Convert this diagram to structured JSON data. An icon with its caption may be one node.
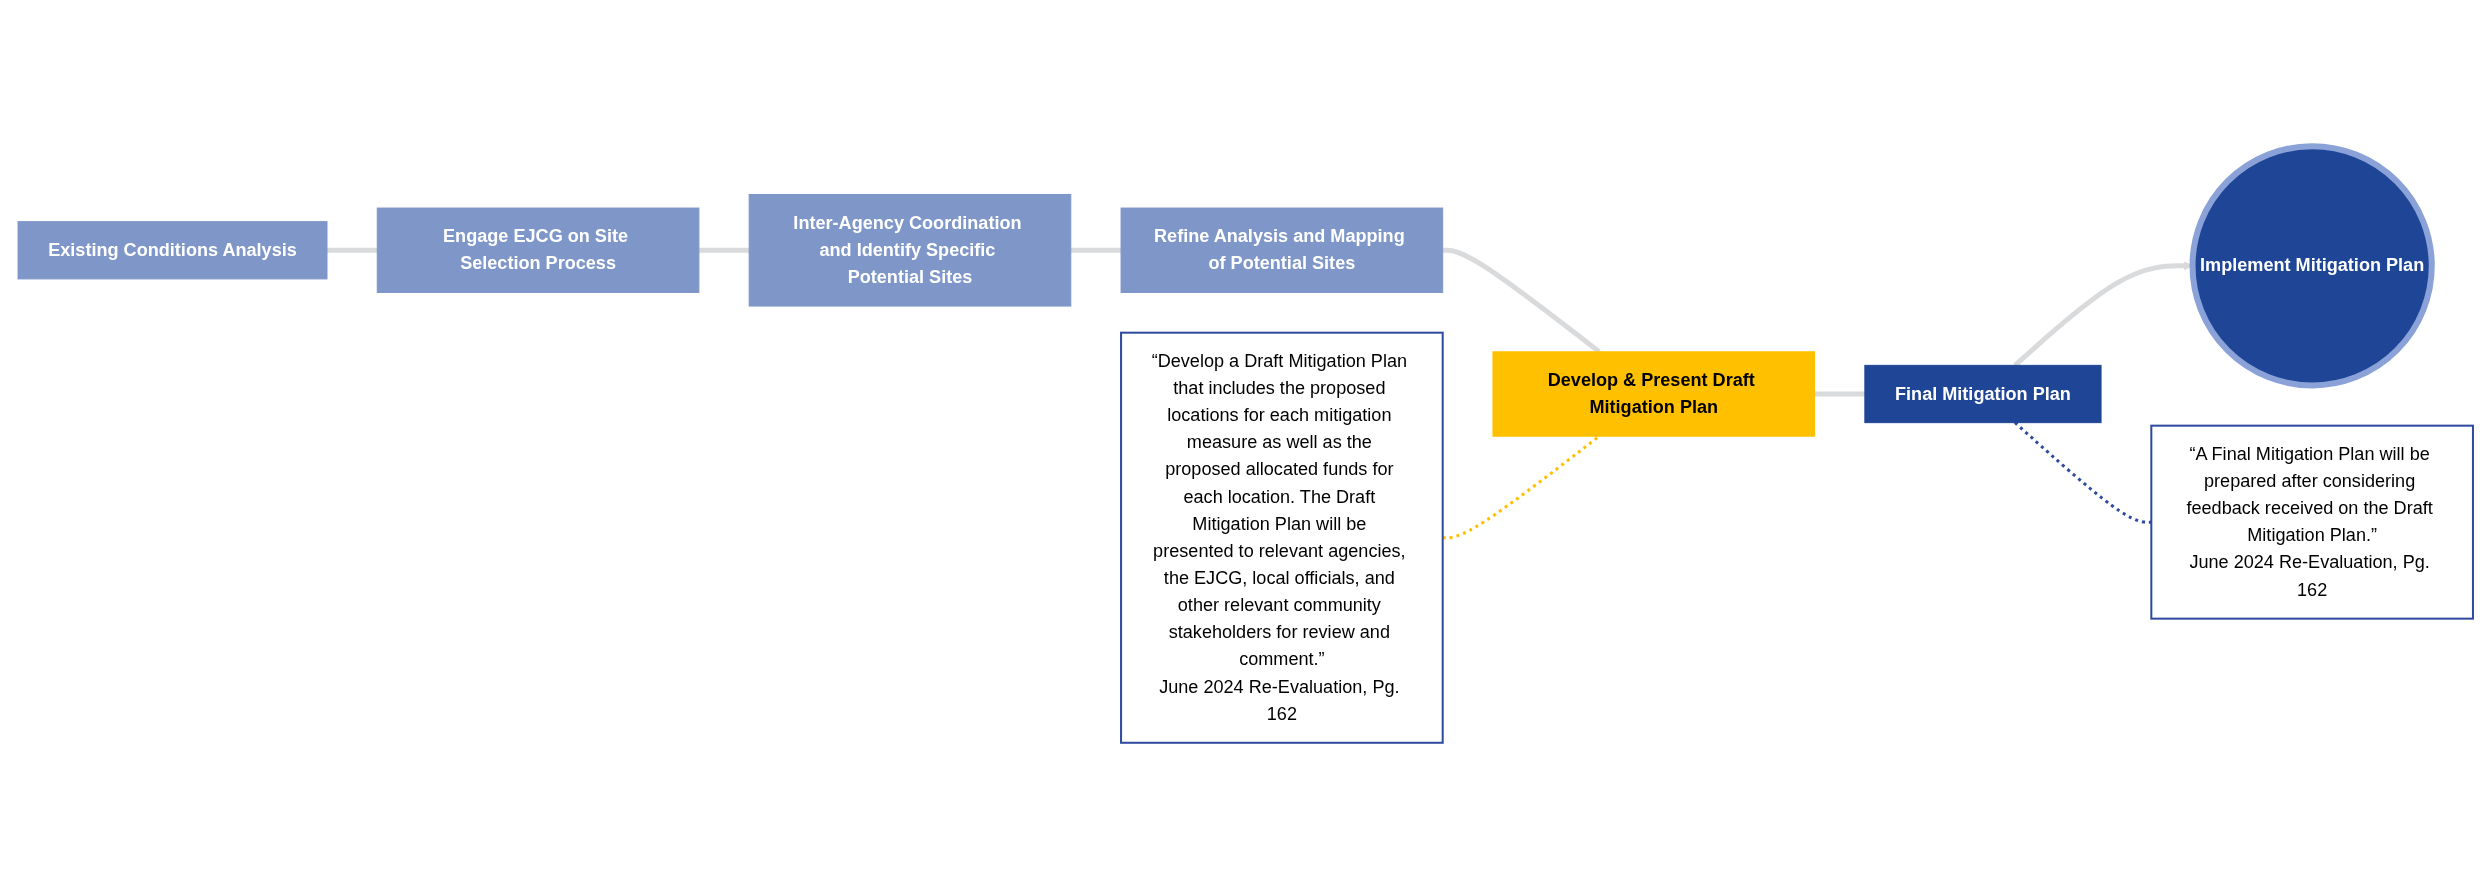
{
  "diagram": {
    "nodes": [
      {
        "text": [
          "“Develop a Draft Mitigation Plan that includes the proposed locations for each mitigation measure as well as the proposed allocated funds for each location. The Draft Mitigation Plan will be presented to relevant agencies, the EJCG, local officials, and other relevant community stakeholders for review and comment.”",
          "June 2024 Re-Evaluation, Pg. 162"
        ]
      },
      {
        "text": [
          "Existing Conditions Analysis"
        ]
      },
      {
        "text": [
          "Engage EJCG on Site Selection Process"
        ]
      },
      {
        "text": [
          "Inter-Agency Coordination and Identify Specific Potential Sites"
        ]
      },
      {
        "text": [
          "Refine Analysis and Mapping of Potential Sites"
        ]
      },
      {
        "text": [
          "Develop & Present Draft Mitigation Plan"
        ]
      },
      {
        "text": [
          "Final Mitigation Plan"
        ]
      },
      {
        "text": [
          "Implement Mitigation Plan"
        ]
      },
      {
        "text": [
          "“A Final Mitigation Plan will be prepared after considering feedback received on the Draft Mitigation Plan.”",
          "June 2024 Re-Evaluation, Pg. 162"
        ]
      }
    ],
    "edges": [
      {
        "from": 1,
        "to": 2,
        "arrow": "none",
        "color": "#d9dadc"
      },
      {
        "from": 2,
        "to": 3,
        "arrow": "none",
        "color": "#d9dadc"
      },
      {
        "from": 3,
        "to": 4,
        "arrow": "none",
        "color": "#d9dadc"
      },
      {
        "from": 4,
        "to": 5,
        "arrow": "none",
        "color": "#d9dadc"
      },
      {
        "from": 5,
        "to": 6,
        "arrow": "none",
        "color": "#d9dadc"
      },
      {
        "from": 6,
        "to": 7,
        "arrow": "to",
        "color": "#d9dadc"
      },
      {
        "from": 0,
        "to": 5,
        "arrow": "none",
        "style": "dashed",
        "color": "#ffc000"
      },
      {
        "from": 6,
        "to": 8,
        "arrow": "none",
        "style": "dashed",
        "color": "#2e4a9e"
      }
    ]
  }
}
